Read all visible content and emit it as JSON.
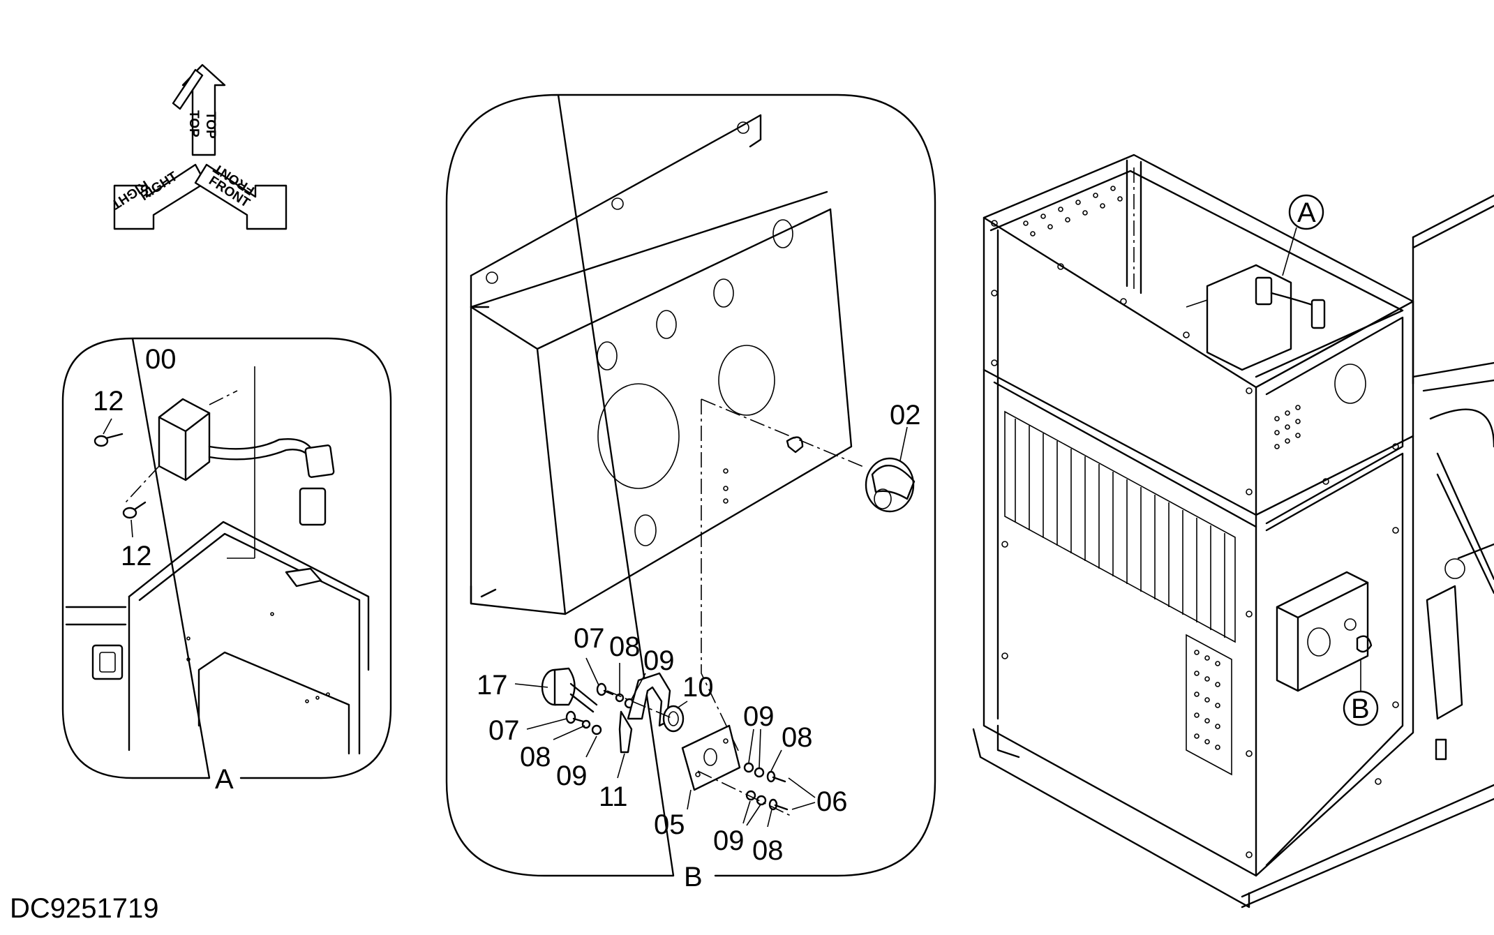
{
  "document_id": "DC9251719",
  "orientation": {
    "top": "TOP",
    "right": "RIGHT",
    "front": "FRONT"
  },
  "detail_a": {
    "view_label": "A",
    "parts": {
      "p00": "00",
      "p12a": "12",
      "p12b": "12"
    }
  },
  "detail_b": {
    "view_label": "B",
    "parts": {
      "p02": "02",
      "p17": "17",
      "p07a": "07",
      "p08a": "08",
      "p09a": "09",
      "p10": "10",
      "p07b": "07",
      "p08b": "08",
      "p09b": "09",
      "p11": "11",
      "p05": "05",
      "p09c": "09",
      "p08c": "08",
      "p06": "06",
      "p09d": "09",
      "p08d": "08"
    }
  },
  "main_view": {
    "callout_a": "A",
    "callout_b": "B"
  }
}
